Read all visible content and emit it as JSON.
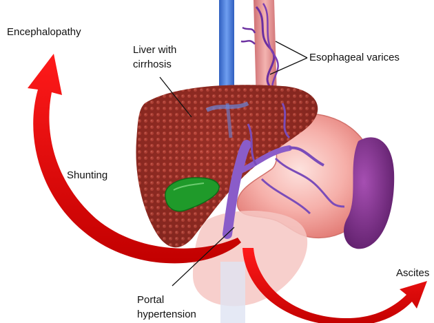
{
  "labels": {
    "encephalopathy": "Encephalopathy",
    "liver_line1": "Liver with",
    "liver_line2": "cirrhosis",
    "esophageal_varices": "Esophageal varices",
    "shunting": "Shunting",
    "portal_line1": "Portal",
    "portal_line2": "hypertension",
    "ascites": "Ascites"
  },
  "colors": {
    "arrow_red": "#e10000",
    "liver": "#8e2a22",
    "liver_nodule": "#b8473c",
    "gallbladder": "#1f9a2a",
    "stomach": "#f3a49e",
    "spleen": "#7a2a86",
    "portal_vein": "#8a5cc9",
    "aorta_blue": "#4f7fd8",
    "esophagus": "#e58a8a"
  }
}
